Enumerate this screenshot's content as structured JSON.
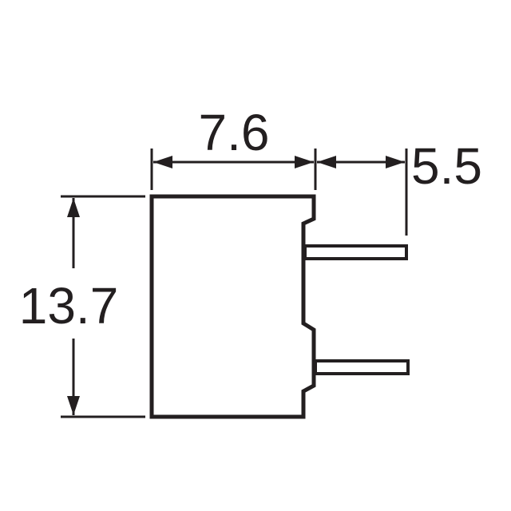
{
  "dimensions": {
    "width": "7.6",
    "pin_length": "5.5",
    "height": "13.7"
  },
  "colors": {
    "stroke": "#231f20",
    "background": "#ffffff"
  }
}
